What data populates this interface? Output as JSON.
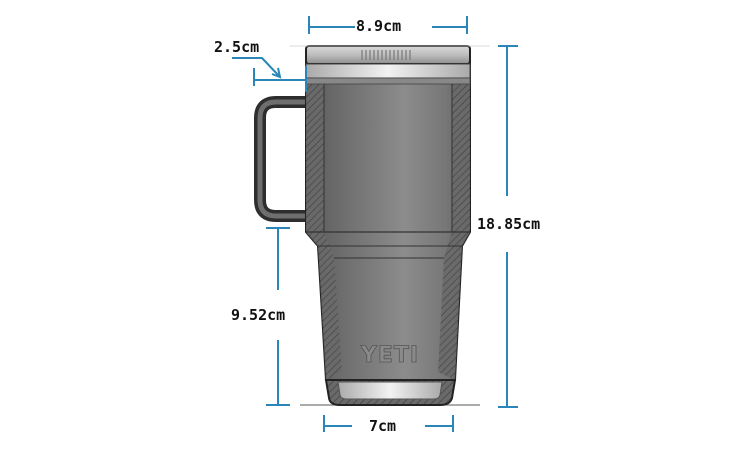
{
  "diagram": {
    "subject": "Travel mug dimension sketch",
    "brand_mark": "YETI",
    "colors": {
      "dimension_line": "#2a86b8",
      "body_dark": "#4a4a4a",
      "body_mid": "#7a7a7a",
      "body_light": "#9a9a9a",
      "lid": "#c8c8c8",
      "text": "#111111",
      "background": "#ffffff"
    },
    "dimensions": {
      "top_width": "8.9cm",
      "handle_offset": "2.5cm",
      "total_height": "18.85cm",
      "base_height": "9.52cm",
      "base_width": "7cm"
    }
  }
}
